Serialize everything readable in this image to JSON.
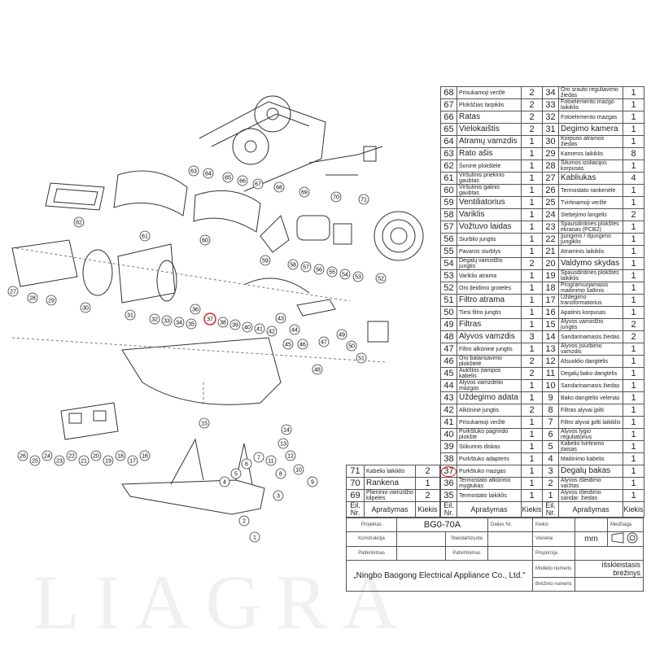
{
  "watermark": "LIAGRA",
  "parts_table": {
    "headers": [
      "Eil. Nr.",
      "Aprašymas",
      "Kiekis",
      "Eil. Nr.",
      "Aprašymas",
      "Kiekis"
    ],
    "rows": [
      [
        "68",
        "Prisukamoji veržlė",
        "2",
        "34",
        "Oro srauto reguliavimo žiedas",
        "1"
      ],
      [
        "67",
        "Plokščias tarpiklis",
        "2",
        "33",
        "Fotoelemento mazgo laikiklis",
        "1"
      ],
      [
        "66",
        "Ratas",
        "2",
        "32",
        "Fotoelemento mazgas",
        "1"
      ],
      [
        "65",
        "Vielokaištis",
        "2",
        "31",
        "Degimo kamera",
        "1"
      ],
      [
        "64",
        "Atramų vamzdis",
        "1",
        "30",
        "Korpuso atramos žiedas",
        "1"
      ],
      [
        "63",
        "Rato ašis",
        "1",
        "29",
        "Kameros laikiklis",
        "8"
      ],
      [
        "62",
        "Šoninė plokštelė",
        "1",
        "28",
        "Šilumos izoliacijos korpusas",
        "1"
      ],
      [
        "61",
        "Viršutinis priekinis gaubtas",
        "1",
        "27",
        "Kabliukas",
        "4"
      ],
      [
        "60",
        "Viršutinis galinis gaubtas",
        "1",
        "26",
        "Termostato rankenėlė",
        "1"
      ],
      [
        "59",
        "Ventiliatorius",
        "1",
        "25",
        "Tvirtinamoji veržlė",
        "1"
      ],
      [
        "58",
        "Variklis",
        "1",
        "24",
        "Stebėjimo langelis",
        "2"
      ],
      [
        "57",
        "Vožtuvo laidas",
        "1",
        "23",
        "Spausdintinės plokštės ekranas (PCB2)",
        "1"
      ],
      [
        "56",
        "Siurblio jungtis",
        "1",
        "22",
        "Įjungimo / išjungimo jungiklis",
        "1"
      ],
      [
        "55",
        "Pavaros siurblys",
        "1",
        "21",
        "Atraminis laikiklis",
        "1"
      ],
      [
        "54",
        "Degalų vamzdžio jungtis",
        "2",
        "20",
        "Valdymo skydas",
        "1"
      ],
      [
        "53",
        "Variklio atrama",
        "1",
        "19",
        "Spausdintinės plokštės laikiklis",
        "1"
      ],
      [
        "52",
        "Oro įleidimo grotelės",
        "1",
        "18",
        "Programuojamasis maitinimo šaltinis",
        "1"
      ],
      [
        "51",
        "Filtro atrama",
        "1",
        "17",
        "Uždegimo transformatorius",
        "1"
      ],
      [
        "50",
        "Tiesi filtro jungtis",
        "1",
        "16",
        "Apatinis korpusas",
        "1"
      ],
      [
        "49",
        "Filtras",
        "1",
        "15",
        "Alyvos vamzdžio jungtis",
        "2"
      ],
      [
        "48",
        "Alyvos vamzdis",
        "3",
        "14",
        "Sandarinamasis žiedas",
        "2"
      ],
      [
        "47",
        "Filtro alkūninė jungtis",
        "1",
        "13",
        "Alyvos įsiurbimo vamzdis",
        "1"
      ],
      [
        "46",
        "Oro balansavimo plokštelė",
        "2",
        "12",
        "Alsuoklio dangtelis",
        "1"
      ],
      [
        "45",
        "Aukštos įtampos kabelis",
        "2",
        "11",
        "Degalų bako dangtelis",
        "1"
      ],
      [
        "44",
        "Alyvos vamzdelio mazgas",
        "1",
        "10",
        "Sandarinamasis žiedas",
        "1"
      ],
      [
        "43",
        "Uždegimo adata",
        "1",
        "9",
        "Bako dangtelio velenas",
        "1"
      ],
      [
        "42",
        "Alkūninė jungtis",
        "2",
        "8",
        "Filtras alyvai įpilti",
        "1"
      ],
      [
        "41",
        "Prisukamoji veržlė",
        "1",
        "7",
        "Filtro alyvai įpilti laikiklis",
        "1"
      ],
      [
        "40",
        "Purkštuko pagrindo plokštė",
        "1",
        "6",
        "Alyvos lygio reguliatorius",
        "1"
      ],
      [
        "39",
        "Sūkurinis diskas",
        "1",
        "5",
        "Kabelio tvirtinimo įtaisas",
        "1"
      ],
      [
        "38",
        "Purkštuko adapteris",
        "1",
        "4",
        "Maitinimo kabelis",
        "1"
      ],
      [
        "37",
        "Purkštuko mazgas",
        "1",
        "3",
        "Degalų bakas",
        "1"
      ],
      [
        "36",
        "Termostato atkūrimo mygtukas",
        "1",
        "2",
        "Alyvos išleidimo varžtas",
        "1"
      ],
      [
        "35",
        "Termostato laikiklis",
        "1",
        "1",
        "Alyvos išleidimo sandar. žiedas",
        "1"
      ]
    ]
  },
  "left_table": {
    "headers": [
      "Eil. Nr.",
      "Aprašymas",
      "Kiekis"
    ],
    "rows": [
      [
        "71",
        "Kabelio laikiklis",
        "2"
      ],
      [
        "70",
        "Rankena",
        "1"
      ],
      [
        "69",
        "Plieninio vamzdžio kilpelės",
        "2"
      ]
    ]
  },
  "title_block": {
    "projektas_label": "Projektas",
    "projektas_value": "BG0-70A",
    "dalies_nr_label": "Dalies Nr.",
    "kiekis_label": "Kiekis",
    "medziaga_label": "Medžiaga",
    "konstrukcija_label": "Konstrukcija",
    "standartizuota_label": "Standartizuota",
    "vienetai_label": "Vienetai",
    "vienetai_value": "mm",
    "patikrinimas_label": "Patikrinimas",
    "patvirtinimas_label": "Patvirtinimas",
    "proporcija_label": "Proporcija",
    "company": "„Ningbo Baogong Electrical Appliance Co., Ltd.\"",
    "modelio_numeris_label": "Modelio numeris",
    "brezinio_numeris_label": "Brėžinio numeris",
    "drawing_type": "išskleistasis brėžinys"
  },
  "highlight": {
    "part": "37",
    "color": "#dd2222"
  },
  "callouts": [
    "63",
    "64",
    "65",
    "66",
    "67",
    "68",
    "69",
    "70",
    "71",
    "62",
    "61",
    "60",
    "59",
    "58",
    "57",
    "56",
    "55",
    "54",
    "53",
    "52",
    "27",
    "28",
    "29",
    "30",
    "31",
    "32",
    "33",
    "34",
    "35",
    "36",
    "37",
    "38",
    "39",
    "40",
    "41",
    "42",
    "43",
    "44",
    "45",
    "46",
    "47",
    "48",
    "49",
    "50",
    "51",
    "15",
    "26",
    "25",
    "24",
    "23",
    "22",
    "21",
    "20",
    "19",
    "18",
    "17",
    "16",
    "14",
    "13",
    "12",
    "11",
    "10",
    "9",
    "8",
    "7",
    "6",
    "5",
    "4",
    "3",
    "2",
    "1"
  ]
}
